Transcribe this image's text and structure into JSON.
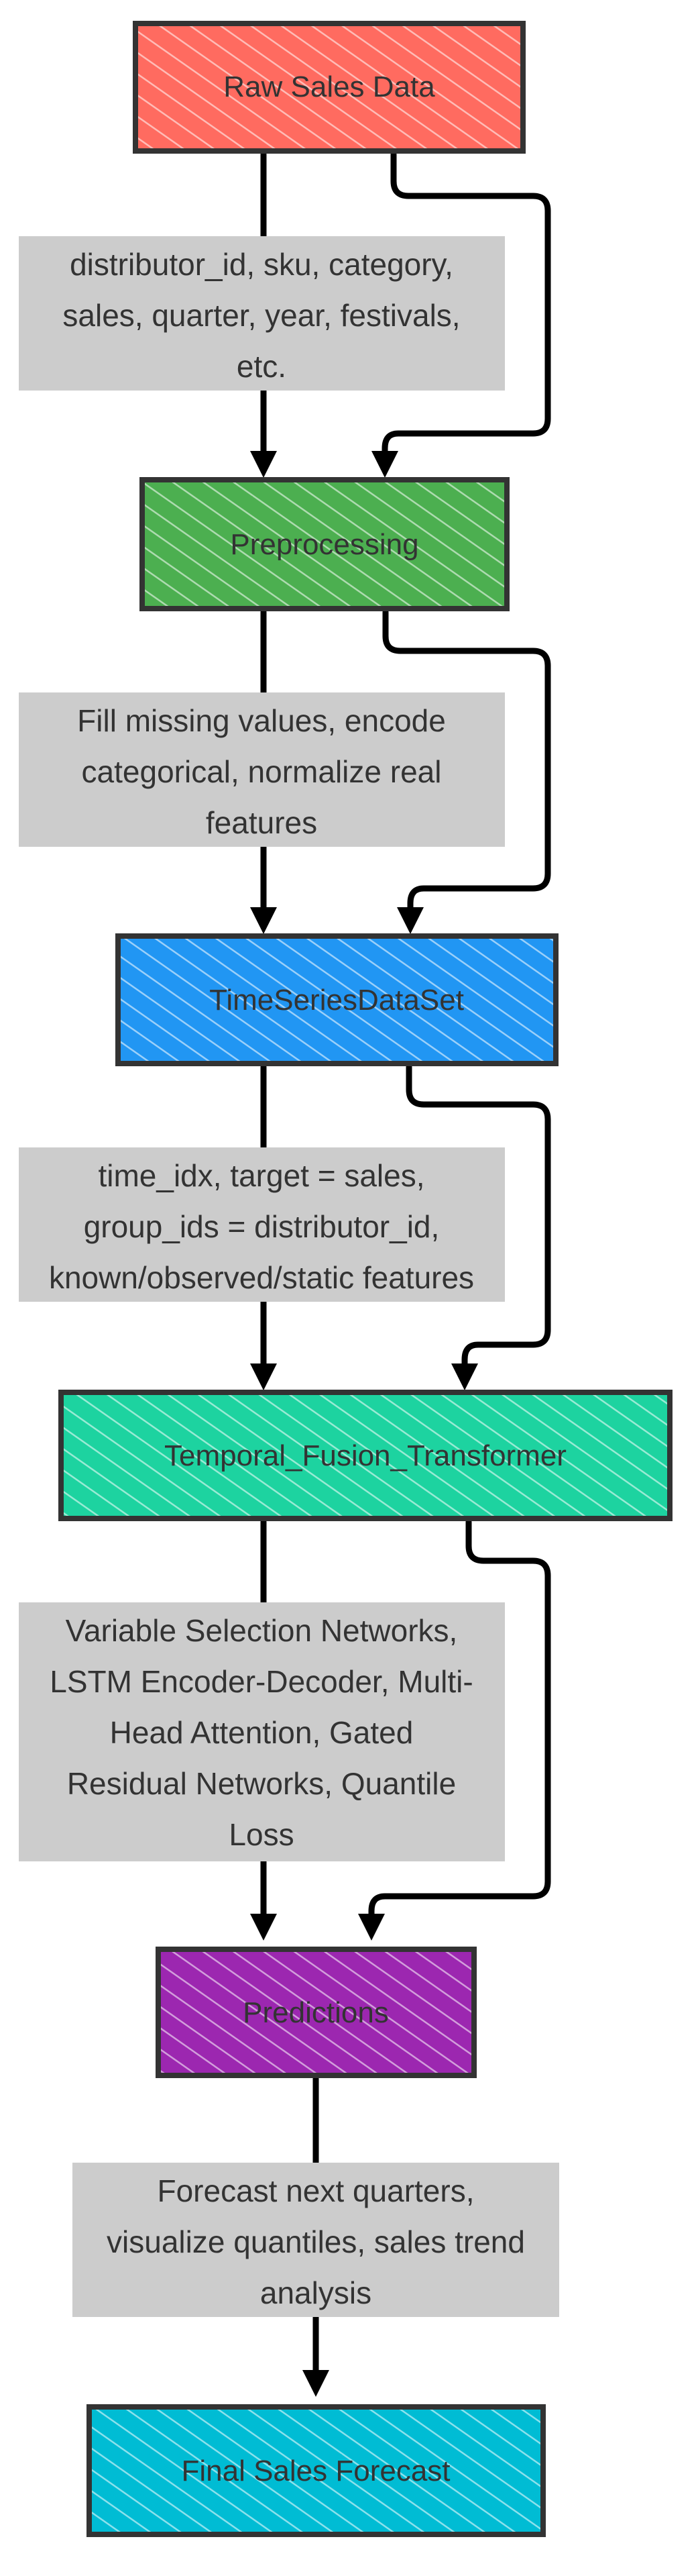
{
  "nodes": {
    "raw": {
      "label": "Raw Sales Data",
      "color": "#ff6b60"
    },
    "prep": {
      "label": "Preprocessing",
      "color": "#4caf50"
    },
    "tsds": {
      "label": "TimeSeriesDataSet",
      "color": "#2196f3"
    },
    "tft": {
      "label": "Temporal_Fusion_Transformer",
      "color": "#1dd3a0"
    },
    "pred": {
      "label": "Predictions",
      "color": "#9c27b0"
    },
    "final": {
      "label": "Final Sales Forecast",
      "color": "#00bcd4"
    }
  },
  "edge_labels": {
    "raw_prep": [
      "distributor_id, sku, category,",
      "sales, quarter, year, festivals,",
      "etc."
    ],
    "prep_tsds": [
      "Fill missing values, encode",
      "categorical, normalize real",
      "features"
    ],
    "tsds_tft": [
      "time_idx, target = sales,",
      "group_ids = distributor_id,",
      "known/observed/static features"
    ],
    "tft_pred": [
      "Variable Selection Networks,",
      "LSTM Encoder-Decoder, Multi-",
      "Head Attention, Gated",
      "Residual Networks, Quantile",
      "Loss"
    ],
    "pred_final": [
      "Forecast next quarters,",
      "visualize quantiles, sales trend",
      "analysis"
    ]
  },
  "edge_label_bg": "#cccccc"
}
